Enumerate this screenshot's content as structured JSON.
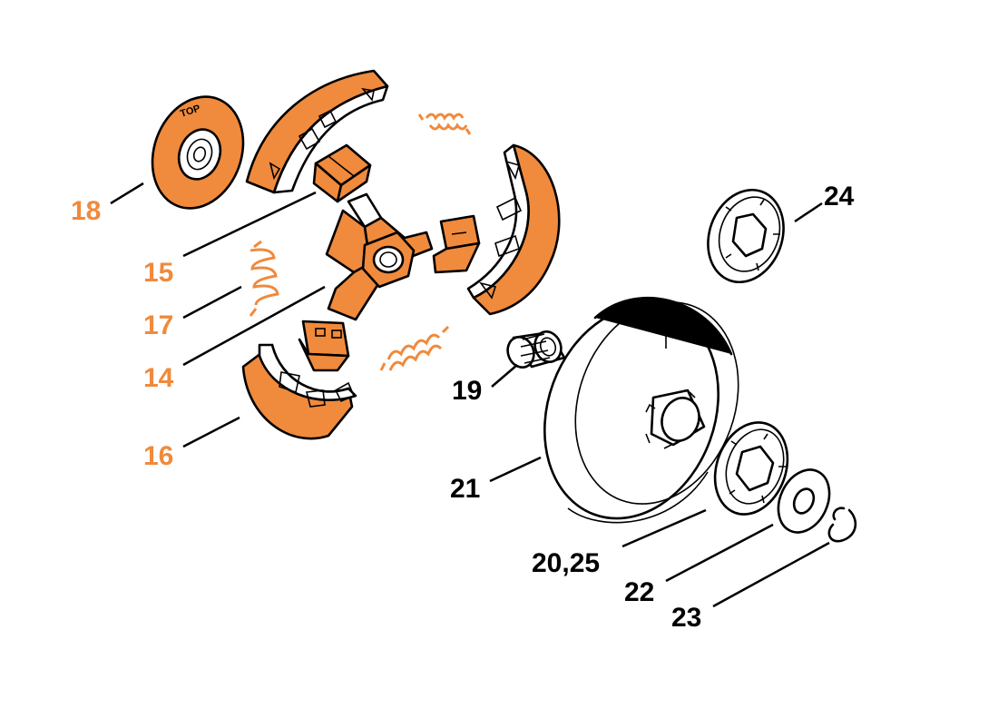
{
  "colors": {
    "highlight": "#F08A3C",
    "default": "#000000",
    "background": "#FFFFFF"
  },
  "disc_marking": "TOP",
  "callouts": [
    {
      "id": "18",
      "label": "18",
      "highlighted": true
    },
    {
      "id": "15",
      "label": "15",
      "highlighted": true
    },
    {
      "id": "17",
      "label": "17",
      "highlighted": true
    },
    {
      "id": "14",
      "label": "14",
      "highlighted": true
    },
    {
      "id": "16",
      "label": "16",
      "highlighted": true
    },
    {
      "id": "24",
      "label": "24",
      "highlighted": false
    },
    {
      "id": "19",
      "label": "19",
      "highlighted": false
    },
    {
      "id": "21",
      "label": "21",
      "highlighted": false
    },
    {
      "id": "20-25",
      "label": "20,25",
      "highlighted": false
    },
    {
      "id": "22",
      "label": "22",
      "highlighted": false
    },
    {
      "id": "23",
      "label": "23",
      "highlighted": false
    }
  ]
}
